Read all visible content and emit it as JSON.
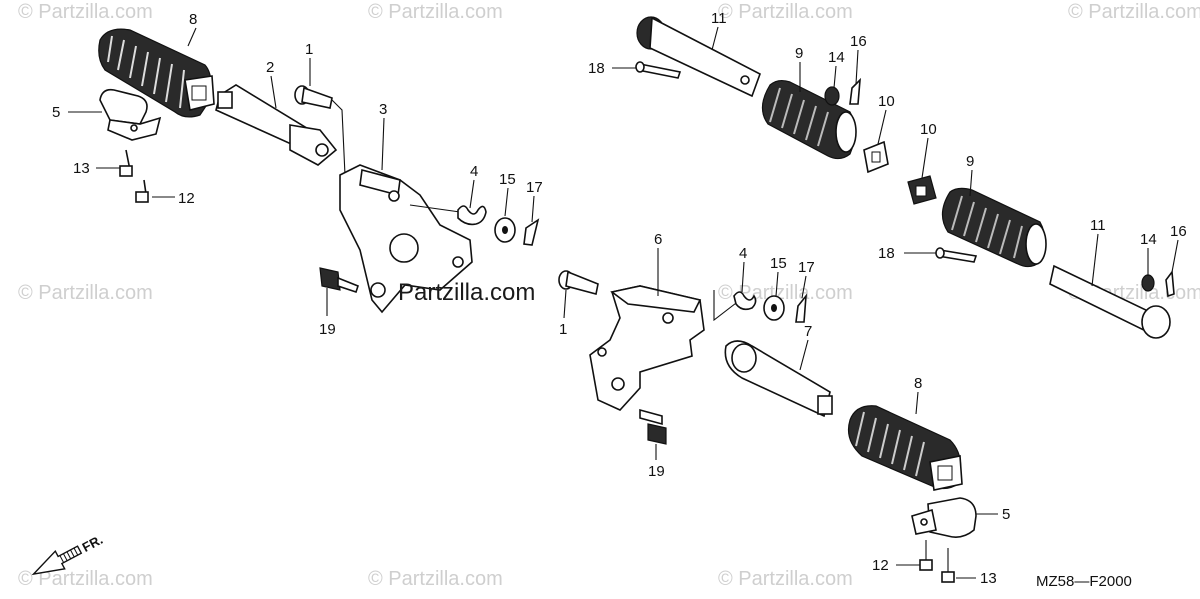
{
  "watermark": {
    "text": "© Partzilla.com"
  },
  "site_label": "Partzilla.com",
  "diagram_code": "MZ58—F2000",
  "direction_label": "FR.",
  "callouts": {
    "c8a": "8",
    "c2": "2",
    "c1a": "1",
    "c3": "3",
    "c5a": "5",
    "c13a": "13",
    "c12a": "12",
    "c4a": "4",
    "c15a": "15",
    "c17a": "17",
    "c19a": "19",
    "c11a": "11",
    "c18a": "18",
    "c9a": "9",
    "c14a": "14",
    "c16a": "16",
    "c10a": "10",
    "c10b": "10",
    "c9b": "9",
    "c18b": "18",
    "c11b": "11",
    "c14b": "14",
    "c16b": "16",
    "c6": "6",
    "c4b": "4",
    "c15b": "15",
    "c17b": "17",
    "c1b": "1",
    "c7": "7",
    "c8b": "8",
    "c19b": "19",
    "c5b": "5",
    "c12b": "12",
    "c13b": "13"
  }
}
